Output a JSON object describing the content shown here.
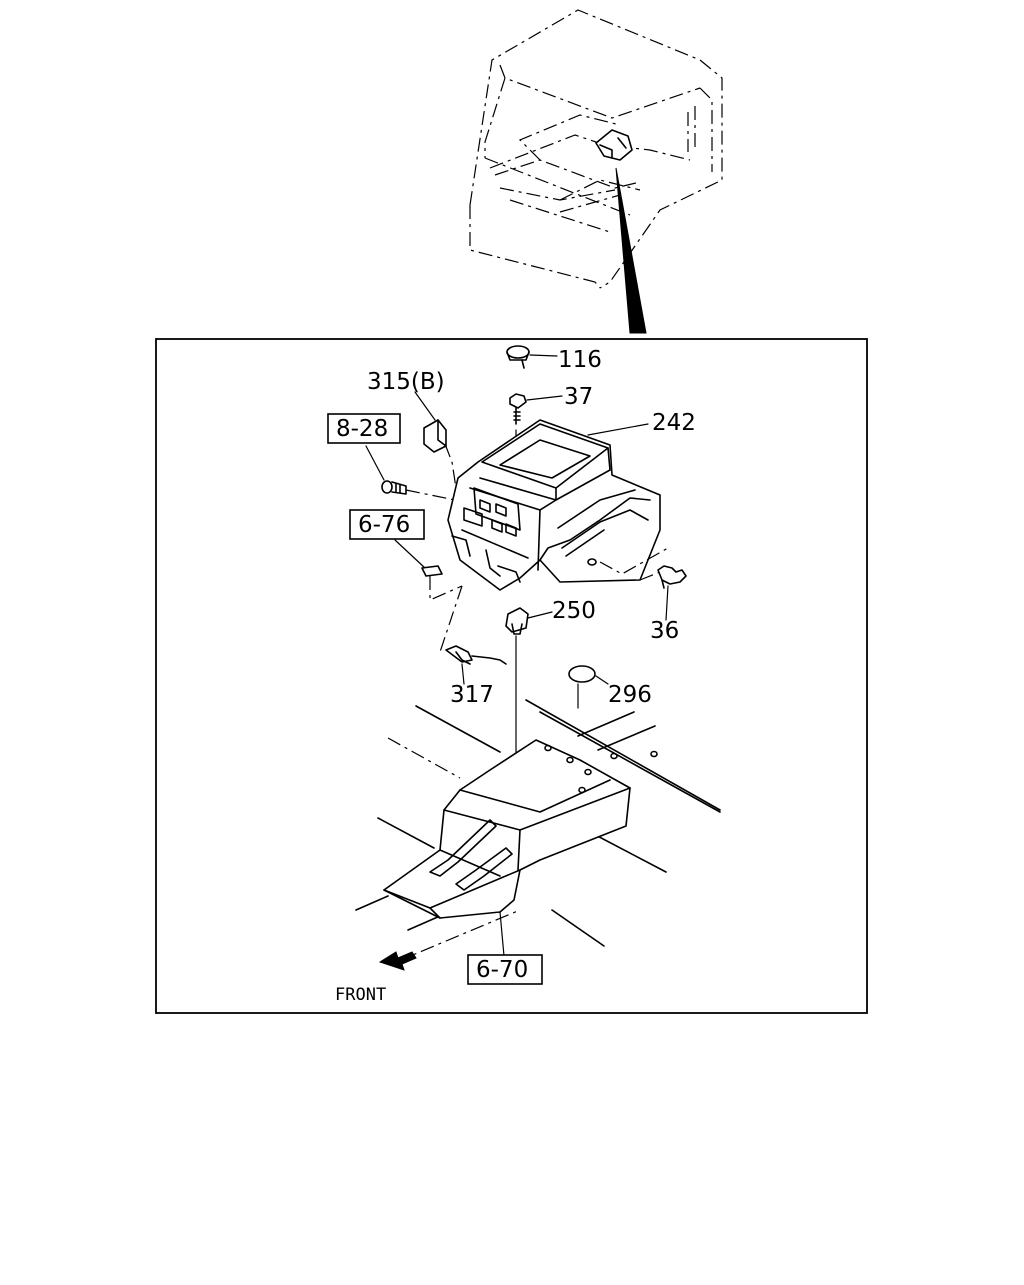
{
  "diagram": {
    "callouts": {
      "p116": "116",
      "p37": "37",
      "p315b": "315(B)",
      "p242": "242",
      "p36": "36",
      "p250": "250",
      "p317": "317",
      "p296": "296"
    },
    "refs": {
      "r828": "8-28",
      "r676": "6-76",
      "r670": "6-70"
    },
    "direction": {
      "label": "FRONT",
      "icon": "arrow-front-icon"
    }
  }
}
